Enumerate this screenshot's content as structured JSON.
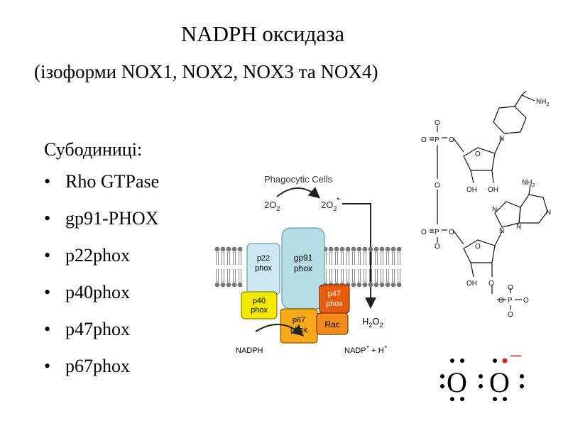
{
  "title": "NADPH оксидаза",
  "subtitle": "(ізоформи NOX1, NOX2, NOX3 та NOX4)",
  "subunits_heading": "Субодиниці:",
  "subunits": [
    "Rho GTPase",
    "gp91-PHOX",
    "p22phox",
    "p40phox",
    "p47phox",
    "p67phox"
  ],
  "diagram": {
    "header": "Phagocytic Cells",
    "substrate": "2O",
    "substrate_sub": "2",
    "product": "2O",
    "product_sub": "2",
    "product_sup": "•-",
    "h2o2": "H",
    "h2o2_sub1": "2",
    "h2o2_mid": "O",
    "h2o2_sub2": "2",
    "nadph": "NADPH",
    "nadp": "NADP",
    "nadp_rest": " + H",
    "p22": [
      "p22",
      "phox"
    ],
    "gp91": [
      "gp91",
      "phox"
    ],
    "p40": [
      "p40",
      "phox"
    ],
    "p67": [
      "p67",
      "phox"
    ],
    "p47": [
      "p47",
      "phox"
    ],
    "rac": "Rac"
  },
  "structure": {
    "amide_o": "O",
    "amide_nh2": "NH",
    "amide_nh2_sub": "2",
    "pyr_n": "N",
    "pyr_plus": "+",
    "ribose_o": "O",
    "oh1": "OH",
    "oh2": "OH",
    "oh3": "OH",
    "p1": "P",
    "p2": "P",
    "p3": "P",
    "o": "O",
    "o_minus": "O",
    "adenine_nh2": "NH",
    "adenine_nh2_sub": "2",
    "n": "N"
  },
  "superoxide": {
    "atom1": "O",
    "atom2": "O",
    "charge": "–"
  },
  "colors": {
    "p22": "#cde8f2",
    "gp91": "#b5dde6",
    "p40": "#f2e800",
    "p67": "#f7a81b",
    "p47": "#e85c0d",
    "rac": "#f58a1f",
    "charge": "#d62020"
  }
}
